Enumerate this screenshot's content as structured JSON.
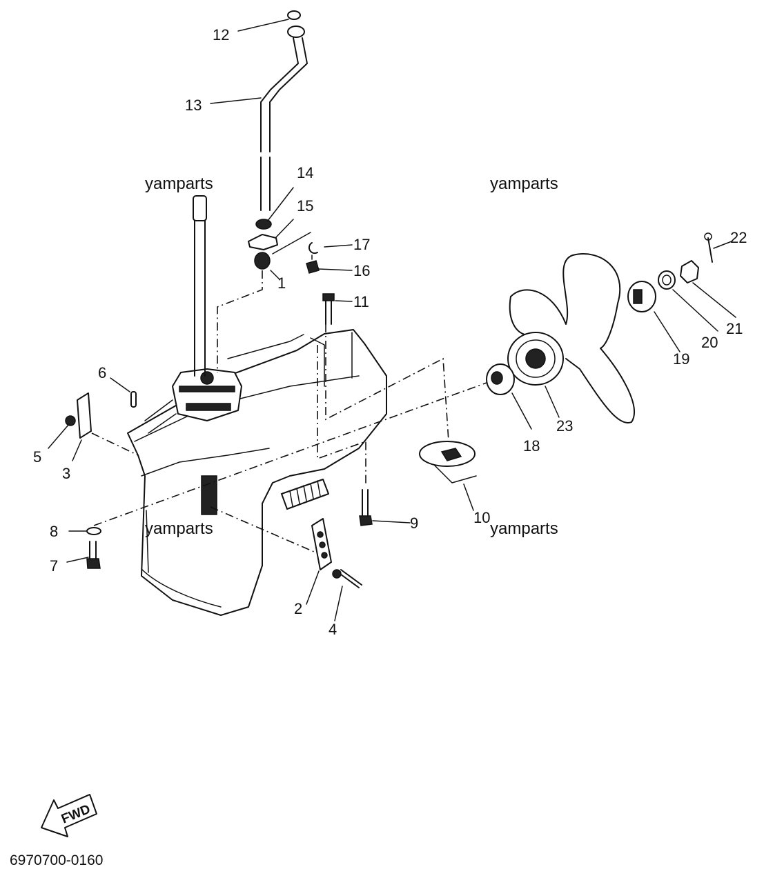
{
  "diagram": {
    "part_numbers": [
      "1",
      "2",
      "3",
      "4",
      "5",
      "6",
      "7",
      "8",
      "9",
      "10",
      "11",
      "12",
      "13",
      "14",
      "15",
      "16",
      "17",
      "18",
      "19",
      "20",
      "21",
      "22",
      "23"
    ],
    "watermark": "yamparts",
    "direction_label": "FWD",
    "drawing_code": "6970700-0160"
  }
}
